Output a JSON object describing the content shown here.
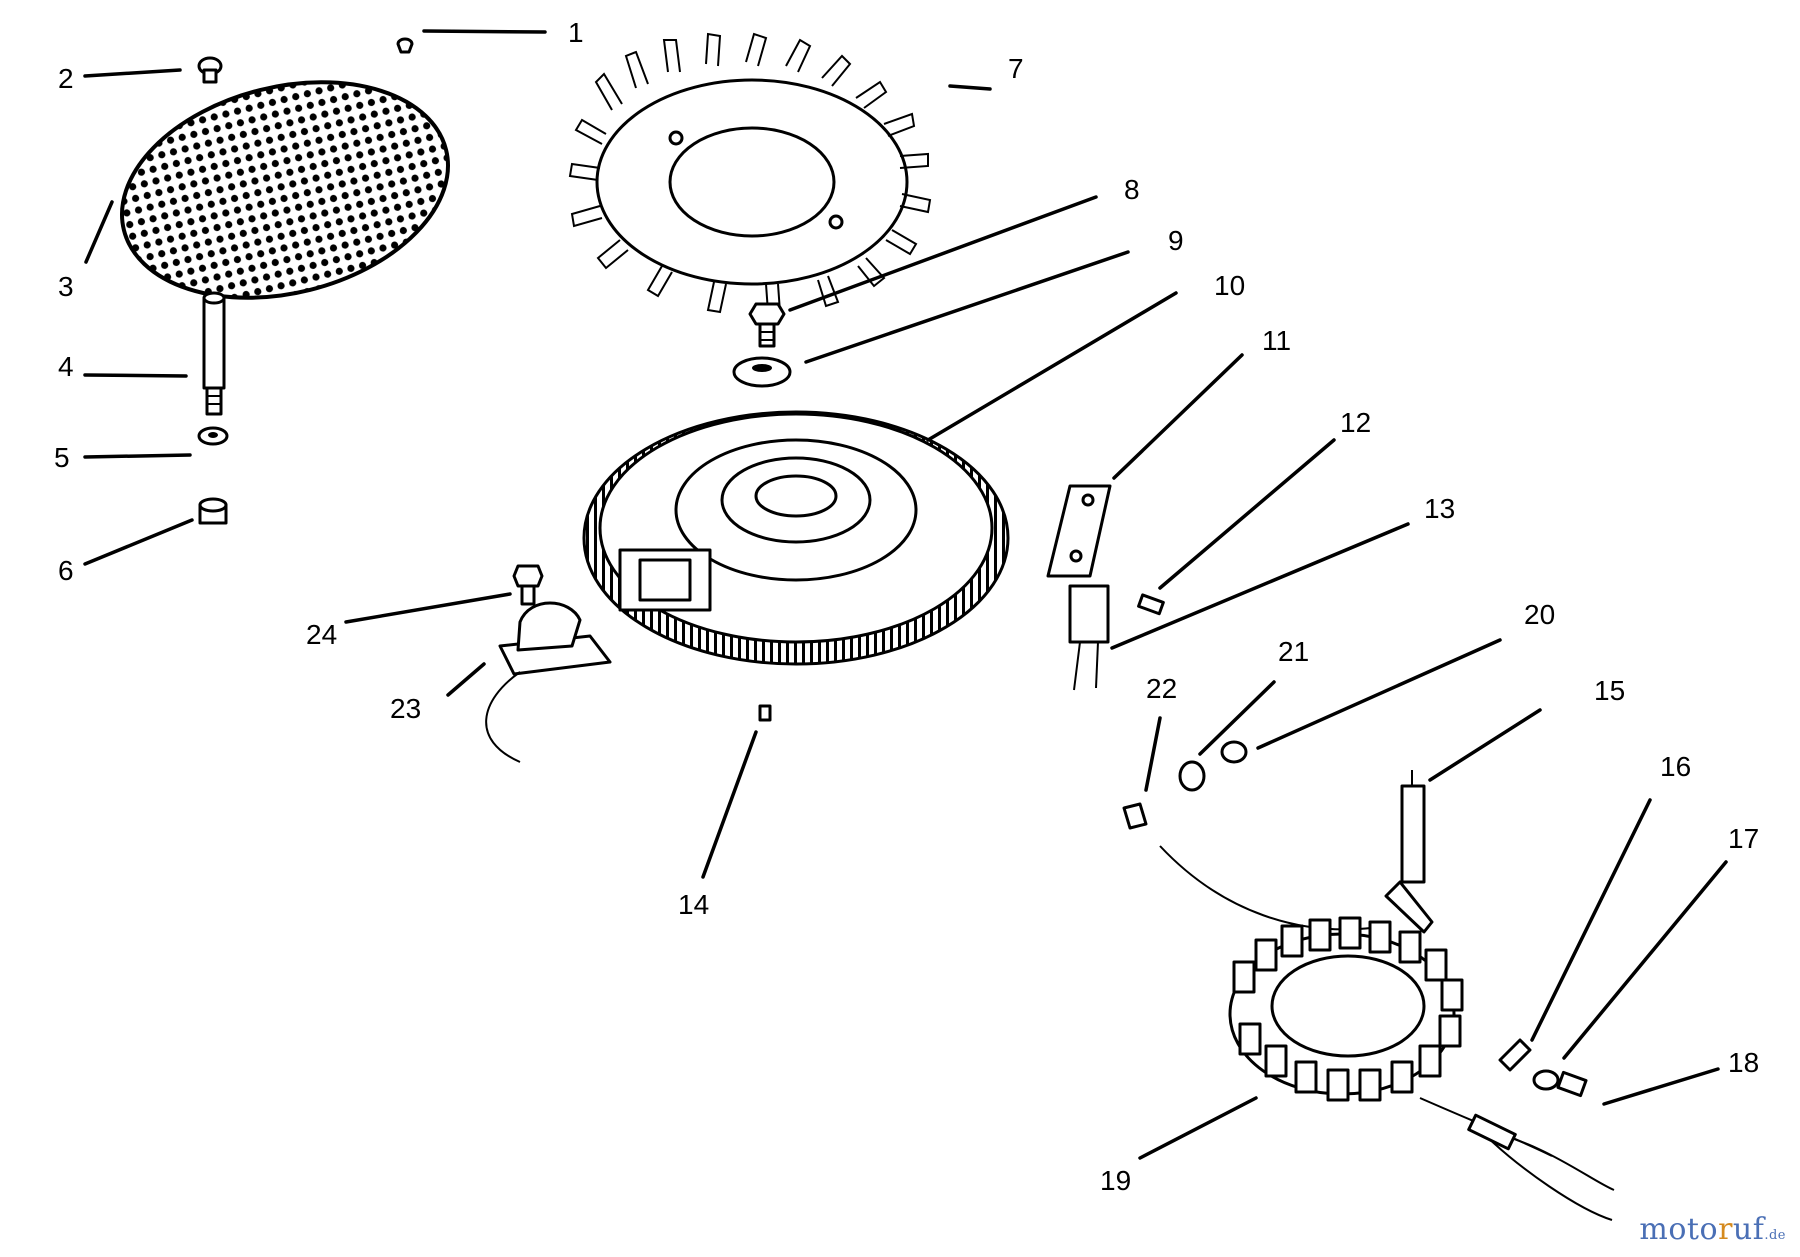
{
  "callouts": [
    {
      "id": "1",
      "label": "1"
    },
    {
      "id": "2",
      "label": "2"
    },
    {
      "id": "3",
      "label": "3"
    },
    {
      "id": "4",
      "label": "4"
    },
    {
      "id": "5",
      "label": "5"
    },
    {
      "id": "6",
      "label": "6"
    },
    {
      "id": "7",
      "label": "7"
    },
    {
      "id": "8",
      "label": "8"
    },
    {
      "id": "9",
      "label": "9"
    },
    {
      "id": "10",
      "label": "10"
    },
    {
      "id": "11",
      "label": "11"
    },
    {
      "id": "12",
      "label": "12"
    },
    {
      "id": "13",
      "label": "13"
    },
    {
      "id": "14",
      "label": "14"
    },
    {
      "id": "15",
      "label": "15"
    },
    {
      "id": "16",
      "label": "16"
    },
    {
      "id": "17",
      "label": "17"
    },
    {
      "id": "18",
      "label": "18"
    },
    {
      "id": "19",
      "label": "19"
    },
    {
      "id": "20",
      "label": "20"
    },
    {
      "id": "21",
      "label": "21"
    },
    {
      "id": "22",
      "label": "22"
    },
    {
      "id": "23",
      "label": "23"
    },
    {
      "id": "24",
      "label": "24"
    }
  ],
  "watermark": {
    "part1": "moto",
    "part2": "r",
    "part3": "uf",
    "part4": ".de"
  }
}
